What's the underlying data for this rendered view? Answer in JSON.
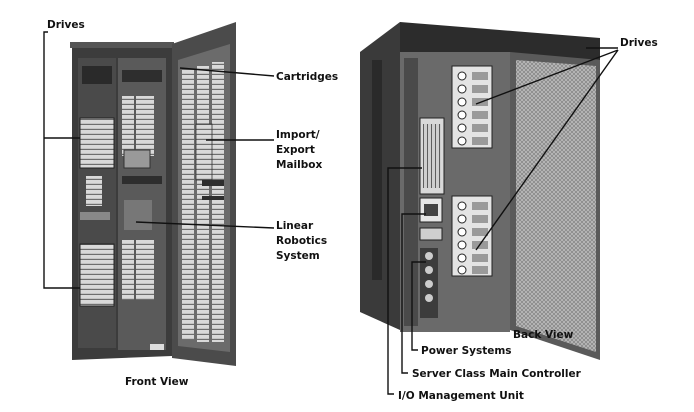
{
  "labels": {
    "drives_front": "Drives",
    "cartridges": "Cartridges",
    "import_export_1": "Import/",
    "import_export_2": "Export",
    "import_export_3": "Mailbox",
    "linear_robotics_1": "Linear",
    "linear_robotics_2": "Robotics",
    "linear_robotics_3": "System",
    "front_view": "Front View",
    "drives_back": "Drives",
    "back_view": "Back View",
    "power_systems": "Power Systems",
    "server_controller": "Server Class Main Controller",
    "io_management": "I/O Management Unit"
  },
  "colors": {
    "cabinet_dark": "#3a3a3a",
    "cabinet_mid": "#6a6a6a",
    "cabinet_light": "#bdbdbd",
    "panel_white": "#e8e8e8",
    "mesh": "#9a9a9a"
  }
}
